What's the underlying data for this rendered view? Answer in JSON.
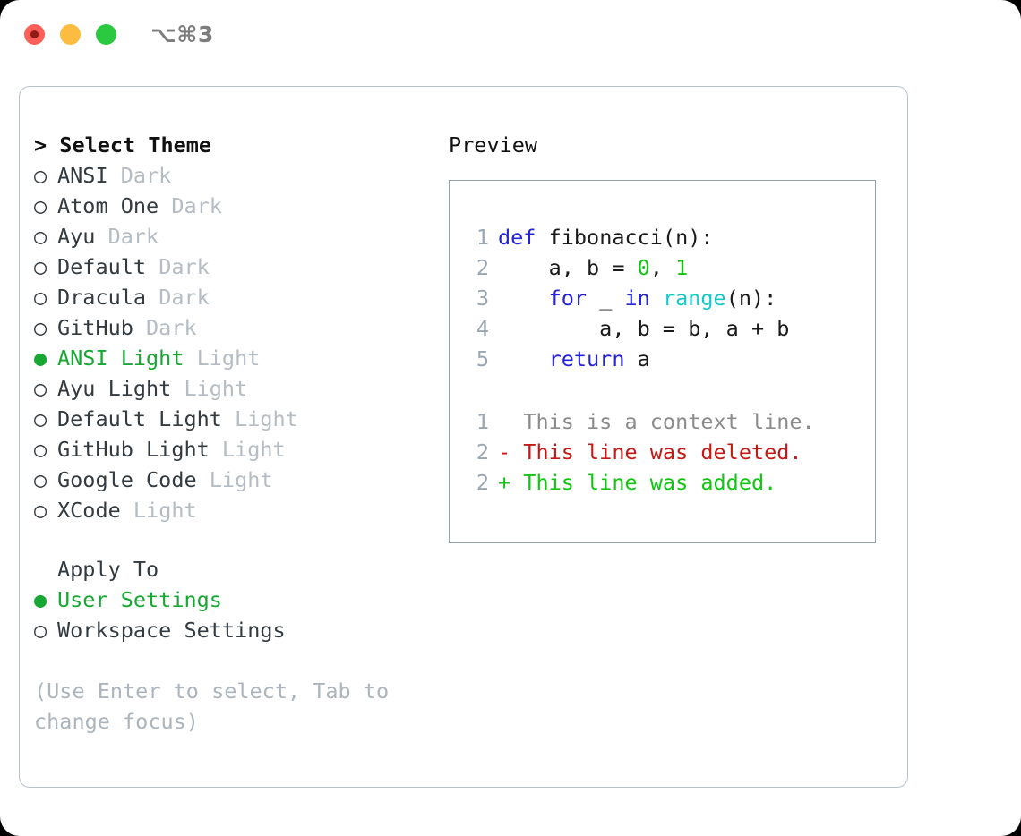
{
  "window": {
    "shortcut": "⌥⌘3",
    "traffic_lights": [
      {
        "name": "close",
        "color": "#fc6058"
      },
      {
        "name": "minimize",
        "color": "#fcbc40"
      },
      {
        "name": "zoom",
        "color": "#2bc940"
      }
    ]
  },
  "theme_picker": {
    "title": "> Select Theme",
    "options": [
      {
        "bullet": "○",
        "label": "ANSI",
        "suffix": " Dark",
        "selected": false
      },
      {
        "bullet": "○",
        "label": "Atom One",
        "suffix": " Dark",
        "selected": false
      },
      {
        "bullet": "○",
        "label": "Ayu",
        "suffix": " Dark",
        "selected": false
      },
      {
        "bullet": "○",
        "label": "Default",
        "suffix": " Dark",
        "selected": false
      },
      {
        "bullet": "○",
        "label": "Dracula",
        "suffix": " Dark",
        "selected": false
      },
      {
        "bullet": "○",
        "label": "GitHub",
        "suffix": " Dark",
        "selected": false
      },
      {
        "bullet": "●",
        "label": "ANSI Light",
        "suffix": " Light",
        "selected": true
      },
      {
        "bullet": "○",
        "label": "Ayu Light",
        "suffix": " Light",
        "selected": false
      },
      {
        "bullet": "○",
        "label": "Default Light",
        "suffix": " Light",
        "selected": false
      },
      {
        "bullet": "○",
        "label": "GitHub Light",
        "suffix": " Light",
        "selected": false
      },
      {
        "bullet": "○",
        "label": "Google Code",
        "suffix": " Light",
        "selected": false
      },
      {
        "bullet": "○",
        "label": "XCode",
        "suffix": " Light",
        "selected": false
      }
    ]
  },
  "apply_to": {
    "header": "Apply To",
    "options": [
      {
        "bullet": "●",
        "label": "User Settings",
        "suffix": "",
        "selected": true
      },
      {
        "bullet": "○",
        "label": "Workspace Settings",
        "suffix": "",
        "selected": false
      }
    ]
  },
  "hint": "(Use Enter to select, Tab to change focus)",
  "preview": {
    "title": "Preview",
    "code_lines": [
      {
        "no": "1",
        "tokens": [
          {
            "t": "def",
            "c": "kw"
          },
          {
            "t": " fibonacci(n):",
            "c": "txt"
          }
        ]
      },
      {
        "no": "2",
        "tokens": [
          {
            "t": "    a, b = ",
            "c": "txt"
          },
          {
            "t": "0",
            "c": "num"
          },
          {
            "t": ", ",
            "c": "txt"
          },
          {
            "t": "1",
            "c": "num"
          }
        ]
      },
      {
        "no": "3",
        "tokens": [
          {
            "t": "    ",
            "c": "txt"
          },
          {
            "t": "for",
            "c": "kw"
          },
          {
            "t": " _ ",
            "c": "txt"
          },
          {
            "t": "in",
            "c": "kw"
          },
          {
            "t": " ",
            "c": "txt"
          },
          {
            "t": "range",
            "c": "fn"
          },
          {
            "t": "(n):",
            "c": "txt"
          }
        ]
      },
      {
        "no": "4",
        "tokens": [
          {
            "t": "        a, b = b, a + b",
            "c": "txt"
          }
        ]
      },
      {
        "no": "5",
        "tokens": [
          {
            "t": "    ",
            "c": "txt"
          },
          {
            "t": "return",
            "c": "kw"
          },
          {
            "t": " a",
            "c": "txt"
          }
        ]
      }
    ],
    "diff_lines": [
      {
        "no": "1",
        "marker": "  ",
        "text": "This is a context line.",
        "kind": "ctx"
      },
      {
        "no": "2",
        "marker": "- ",
        "text": "This line was deleted.",
        "kind": "del"
      },
      {
        "no": "2",
        "marker": "+ ",
        "text": "This line was added.",
        "kind": "add"
      }
    ]
  },
  "colors": {
    "accent_green": "#17a833",
    "keyword_blue": "#2323dd",
    "number_green": "#13c313",
    "function_cyan": "#18c8c8",
    "diff_delete": "#c41a16",
    "diff_add": "#14c414",
    "muted": "#b5bcc4",
    "border": "#b9c2cc"
  }
}
